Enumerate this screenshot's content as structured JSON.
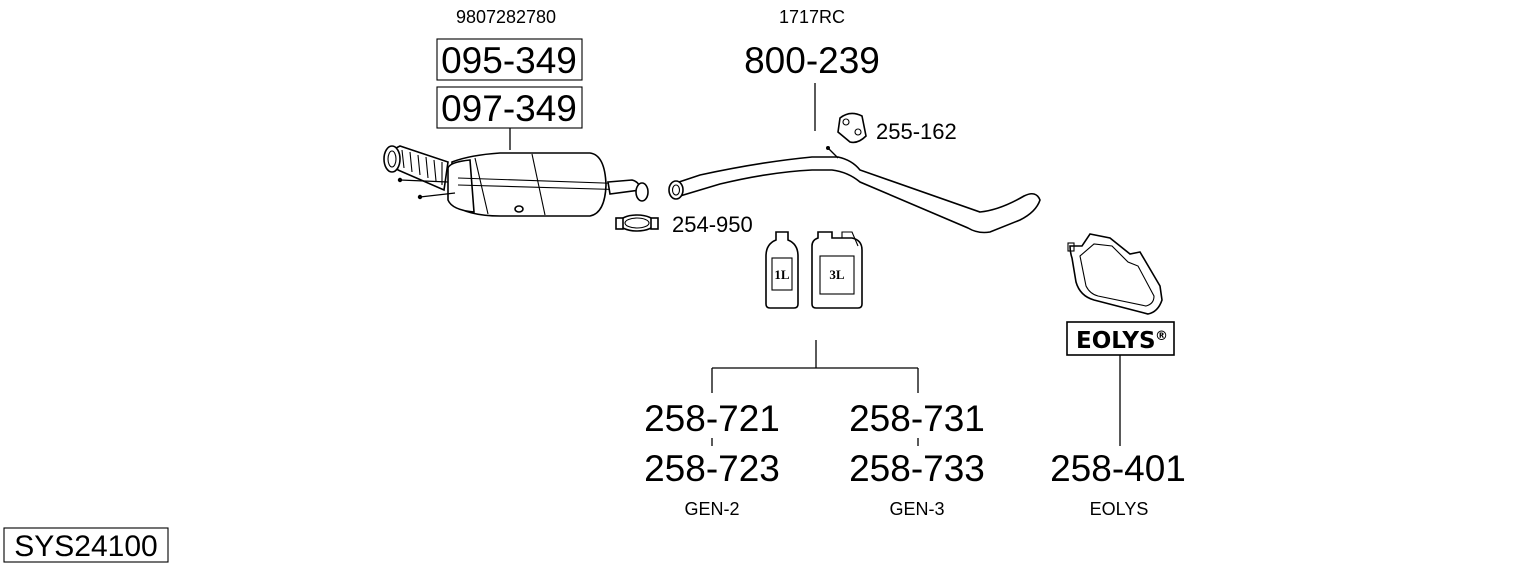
{
  "system": {
    "code": "SYS24100"
  },
  "group_a": {
    "oem_ref": "9807282780",
    "parts": [
      "095-349",
      "097-349"
    ]
  },
  "group_b": {
    "oem_ref": "1717RC",
    "part": "800-239"
  },
  "accessories": {
    "clamp": "254-950",
    "hanger": "255-162"
  },
  "additives": {
    "can_small_label": "1L",
    "can_large_label": "3L",
    "left": {
      "parts": [
        "258-721",
        "258-723"
      ],
      "name": "GEN-2"
    },
    "right": {
      "parts": [
        "258-731",
        "258-733"
      ],
      "name": "GEN-3"
    }
  },
  "eolys": {
    "logo": "EOLYS",
    "logo_mark": "®",
    "part": "258-401",
    "name": "EOLYS"
  }
}
